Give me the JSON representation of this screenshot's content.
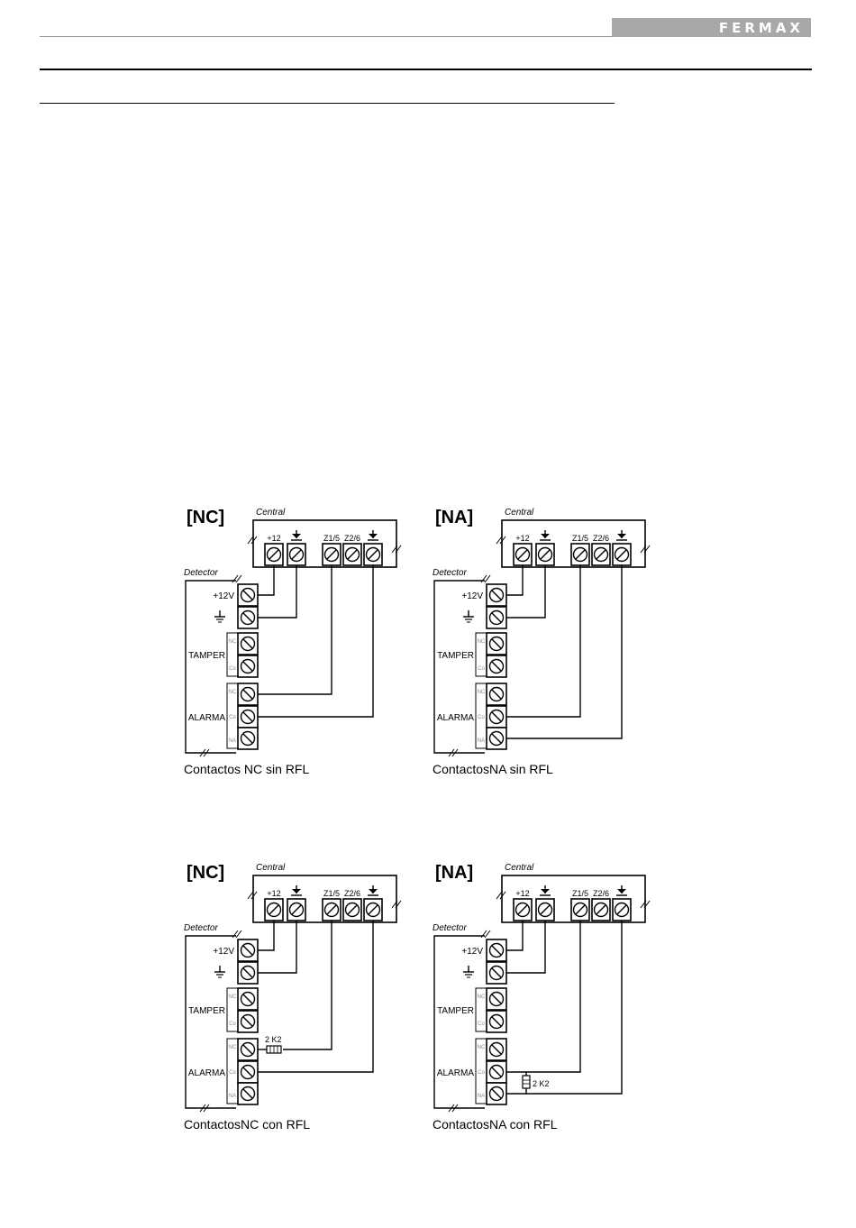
{
  "header": {
    "logo_text": "FERMAX",
    "logo_bg_color": "#a8a8a8"
  },
  "diagrams": [
    {
      "id": "nc-sin",
      "mode_label": "[NC]",
      "central_label": "Central",
      "detector_label": "Detector",
      "central_terminals": [
        "+12",
        "⏚",
        "Z1/5",
        "Z2/6",
        "⏚"
      ],
      "detector_power_labels": [
        "+12V",
        "⏚"
      ],
      "tamper_label": "TAMPER",
      "tamper_contacts": [
        "NC",
        "Co"
      ],
      "alarm_label": "ALARMA",
      "alarm_contacts": [
        "NC",
        "Co",
        "NA"
      ],
      "caption": "Contactos NC sin RFL"
    },
    {
      "id": "na-sin",
      "mode_label": "[NA]",
      "central_label": "Central",
      "detector_label": "Detector",
      "central_terminals": [
        "+12",
        "⏚",
        "Z1/5",
        "Z2/6",
        "⏚"
      ],
      "detector_power_labels": [
        "+12V",
        "⏚"
      ],
      "tamper_label": "TAMPER",
      "tamper_contacts": [
        "NC",
        "Co"
      ],
      "alarm_label": "ALARMA",
      "alarm_contacts": [
        "NC",
        "Co",
        "NA"
      ],
      "caption": "ContactosNA sin RFL"
    },
    {
      "id": "nc-con",
      "mode_label": "[NC]",
      "central_label": "Central",
      "detector_label": "Detector",
      "central_terminals": [
        "+12",
        "⏚",
        "Z1/5",
        "Z2/6",
        "⏚"
      ],
      "detector_power_labels": [
        "+12V",
        "⏚"
      ],
      "tamper_label": "TAMPER",
      "tamper_contacts": [
        "NC",
        "Co"
      ],
      "alarm_label": "ALARMA",
      "alarm_contacts": [
        "NC",
        "Co",
        "NA"
      ],
      "resistor_label": "2 K2",
      "caption": "ContactosNC con RFL"
    },
    {
      "id": "na-con",
      "mode_label": "[NA]",
      "central_label": "Central",
      "detector_label": "Detector",
      "central_terminals": [
        "+12",
        "⏚",
        "Z1/5",
        "Z2/6",
        "⏚"
      ],
      "detector_power_labels": [
        "+12V",
        "⏚"
      ],
      "tamper_label": "TAMPER",
      "tamper_contacts": [
        "NC",
        "Co"
      ],
      "alarm_label": "ALARMA",
      "alarm_contacts": [
        "NC",
        "Co",
        "NA"
      ],
      "resistor_label": "2 K2",
      "caption": "ContactosNA con RFL"
    }
  ]
}
